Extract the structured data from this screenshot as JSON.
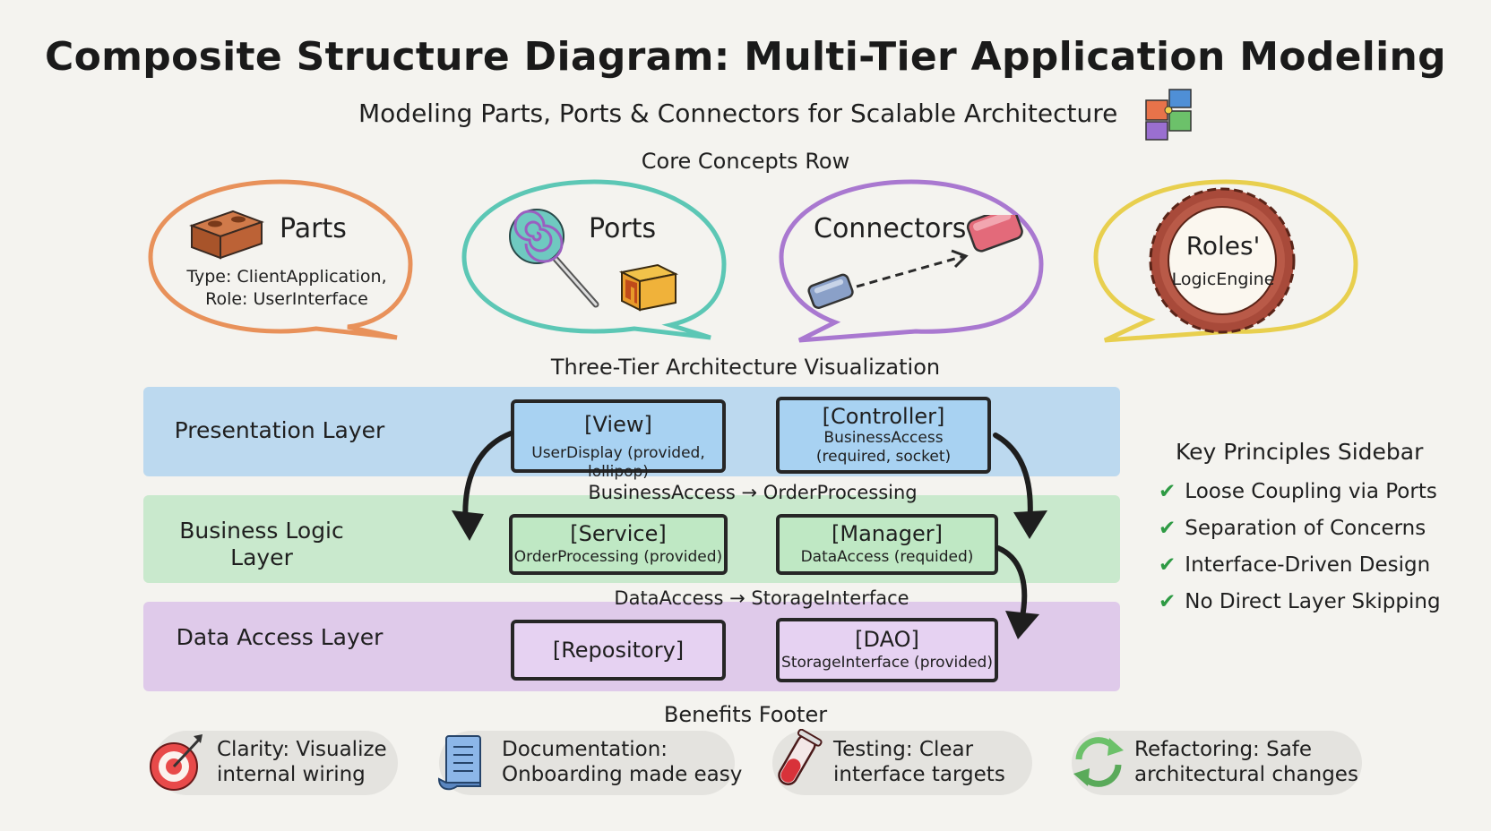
{
  "header": {
    "title": "Composite Structure Diagram: Multi-Tier Application Modeling",
    "subtitle": "Modeling Parts, Ports & Connectors for Scalable Architecture",
    "subtitle_icon": "puzzle-icon"
  },
  "core_concepts": {
    "label": "Core Concepts Row",
    "parts": {
      "title": "Parts",
      "desc_line1": "Type: ClientApplication,",
      "desc_line2": "Role: UserInterface",
      "icon": "brick-icon",
      "color": "#e8915a"
    },
    "ports": {
      "title": "Ports",
      "icon": "lollipop-icon",
      "color": "#5cc7b5"
    },
    "connectors": {
      "title": "Connectors",
      "icon": "connector-arrow-icon",
      "color": "#a978d0"
    },
    "roles": {
      "title": "Roles'",
      "subtitle": "LogicEngine",
      "icon": "seal-icon",
      "color": "#e8cf4e"
    }
  },
  "architecture": {
    "label": "Three-Tier Architecture Visualization",
    "layers": [
      {
        "name": "Presentation Layer",
        "color": "#8ec2ef"
      },
      {
        "name_line1": "Business Logic",
        "name_line2": "Layer",
        "color": "#a6e0b0"
      },
      {
        "name": "Data Access Layer",
        "color": "#cda8e6"
      }
    ],
    "boxes": {
      "view": {
        "title": "[View]",
        "sub": "UserDisplay (provided, lollipop)"
      },
      "controller": {
        "title": "[Controller]",
        "sub1": "BusinessAccess",
        "sub2": "(required, socket)"
      },
      "service": {
        "title": "[Service]",
        "sub": "OrderProcessing (provided)"
      },
      "manager": {
        "title": "[Manager]",
        "sub": "DataAccess (requided)"
      },
      "repository": {
        "title": "[Repository]"
      },
      "dao": {
        "title": "[DAO]",
        "sub": "StorageInterface (provided)"
      }
    },
    "connectors": {
      "top": "BusinessAccess → OrderProcessing",
      "bottom": "DataAccess → StorageInterface"
    }
  },
  "sidebar": {
    "title": "Key Principles Sidebar",
    "items": [
      "Loose Coupling via Ports",
      "Separation of Concerns",
      "Interface-Driven Design",
      "No Direct Layer Skipping"
    ],
    "check_symbol": "✔"
  },
  "footer": {
    "label": "Benefits Footer",
    "items": [
      {
        "line1": "Clarity: Visualize",
        "line2": "internal wiring",
        "icon": "target-icon"
      },
      {
        "line1": "Documentation:",
        "line2": "Onboarding made easy",
        "icon": "scroll-icon"
      },
      {
        "line1": "Testing: Clear",
        "line2": "interface targets",
        "icon": "test-tube-icon"
      },
      {
        "line1": "Refactoring: Safe",
        "line2": "architectural changes",
        "icon": "refresh-icon"
      }
    ]
  }
}
